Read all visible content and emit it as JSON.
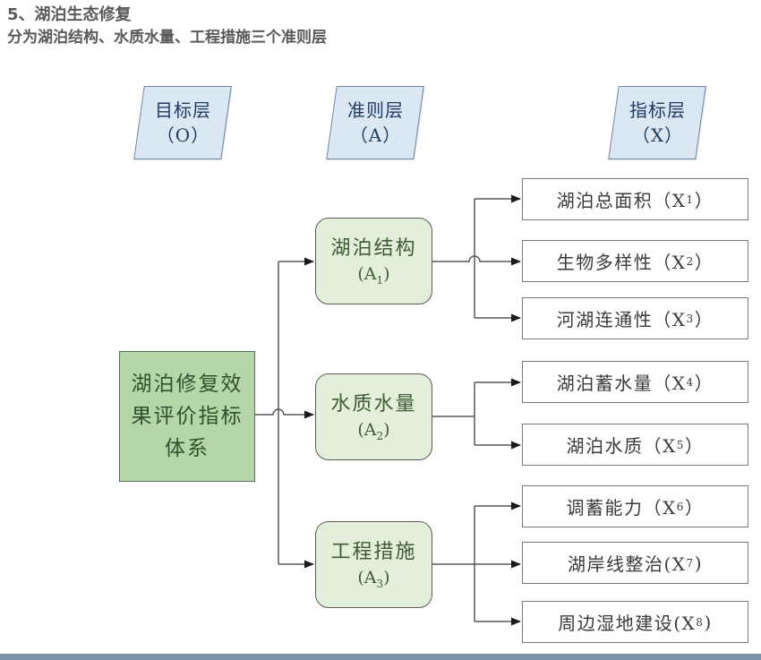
{
  "header": {
    "title": "5、湖泊生态修复",
    "subtitle": "分为湖泊结构、水质水量、工程措施三个准则层"
  },
  "layers": [
    {
      "line1": "目标层",
      "line2": "（O）"
    },
    {
      "line1": "准则层",
      "line2": "（A）"
    },
    {
      "line1": "指标层",
      "line2": "（X）"
    }
  ],
  "goal": {
    "lines": [
      "湖泊修复效",
      "果评价指标",
      "体系"
    ]
  },
  "criteria": [
    {
      "name": "湖泊结构",
      "code_prefix": "(A",
      "code_sub": "1",
      "code_suffix": ")"
    },
    {
      "name": "水质水量",
      "code_prefix": "(A",
      "code_sub": "2",
      "code_suffix": ")"
    },
    {
      "name": "工程措施",
      "code_prefix": "(A",
      "code_sub": "3",
      "code_suffix": ")"
    }
  ],
  "indicators": [
    {
      "prefix": "湖泊总面积（X",
      "sub": "1",
      "suffix": "）"
    },
    {
      "prefix": "生物多样性（X",
      "sub": "2",
      "suffix": "）"
    },
    {
      "prefix": "河湖连通性（X",
      "sub": "3",
      "suffix": "）"
    },
    {
      "prefix": "湖泊蓄水量（X",
      "sub": "4",
      "suffix": "）"
    },
    {
      "prefix": "湖泊水质（X",
      "sub": "5",
      "suffix": "）"
    },
    {
      "prefix": "调蓄能力（X",
      "sub": "6",
      "suffix": "）"
    },
    {
      "prefix": "湖岸线整治(X",
      "sub": "7",
      "suffix": ")"
    },
    {
      "prefix": "周边湿地建设(X",
      "sub": "8",
      "suffix": ")"
    }
  ],
  "colors": {
    "title_text": "#595959",
    "layer_fill": "#dbe7f3",
    "layer_border": "#71889f",
    "layer_text": "#1e3a5f",
    "goal_fill": "#b5d7a8",
    "criterion_fill": "#e3efda",
    "indicator_fill": "#ffffff",
    "connector": "#595959",
    "arrowhead": "#1a1a1a",
    "bottom_bar": "#7c92a9"
  }
}
